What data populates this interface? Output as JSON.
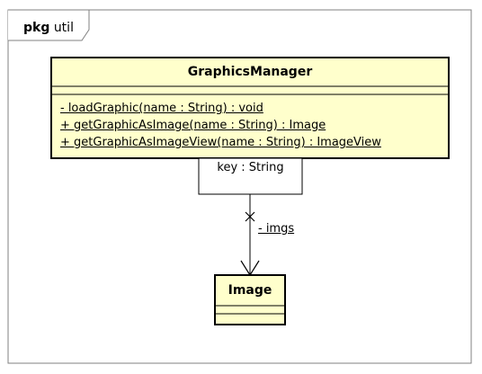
{
  "package": {
    "keyword": "pkg",
    "name": "util"
  },
  "classes": {
    "graphics_manager": {
      "name": "GraphicsManager",
      "operations": [
        "- loadGraphic(name : String) : void",
        "+ getGraphicAsImage(name : String) : Image",
        "+ getGraphicAsImageView(name : String) : ImageView"
      ]
    },
    "image": {
      "name": "Image"
    }
  },
  "association": {
    "qualifier": "key : String",
    "role": "- imgs"
  },
  "colors": {
    "class_fill": "#FFFFCC",
    "line": "#000000",
    "frame": "#808080"
  }
}
